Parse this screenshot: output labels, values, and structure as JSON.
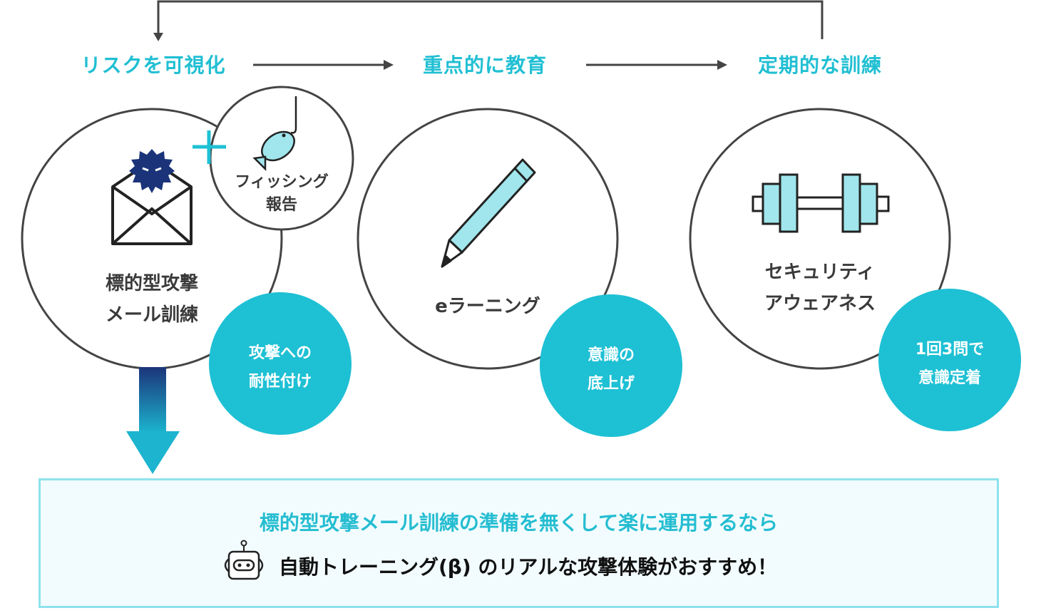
{
  "steps": [
    "リスクを可視化",
    "重点的に教育",
    "定期的な訓練"
  ],
  "circles": [
    {
      "title_lines": [
        "標的型攻撃",
        "メール訓練"
      ],
      "sub_lines": [
        "フィッシング",
        "報告"
      ],
      "badge_lines": [
        "攻撃への",
        "耐性付け"
      ],
      "icon": "malware-email-icon",
      "sub_icon": "fish-hook-icon"
    },
    {
      "title_lines": [
        "eラーニング"
      ],
      "badge_lines": [
        "意識の",
        "底上げ"
      ],
      "icon": "pencil-icon"
    },
    {
      "title_lines": [
        "セキュリティ",
        "アウェアネス"
      ],
      "badge_lines": [
        "1回3問で",
        "意識定着"
      ],
      "icon": "dumbbell-icon"
    }
  ],
  "callout": {
    "headline": "標的型攻撃メール訓練の準備を無くして楽に運用するなら",
    "body": "自動トレーニング(β) のリアルな攻撃体験がおすすめ！",
    "icon": "robot-icon"
  },
  "colors": {
    "accent": "#1ec0d4",
    "outline": "#444444",
    "navy": "#1b3a7a",
    "icon_fill": "#a0e6ec"
  }
}
